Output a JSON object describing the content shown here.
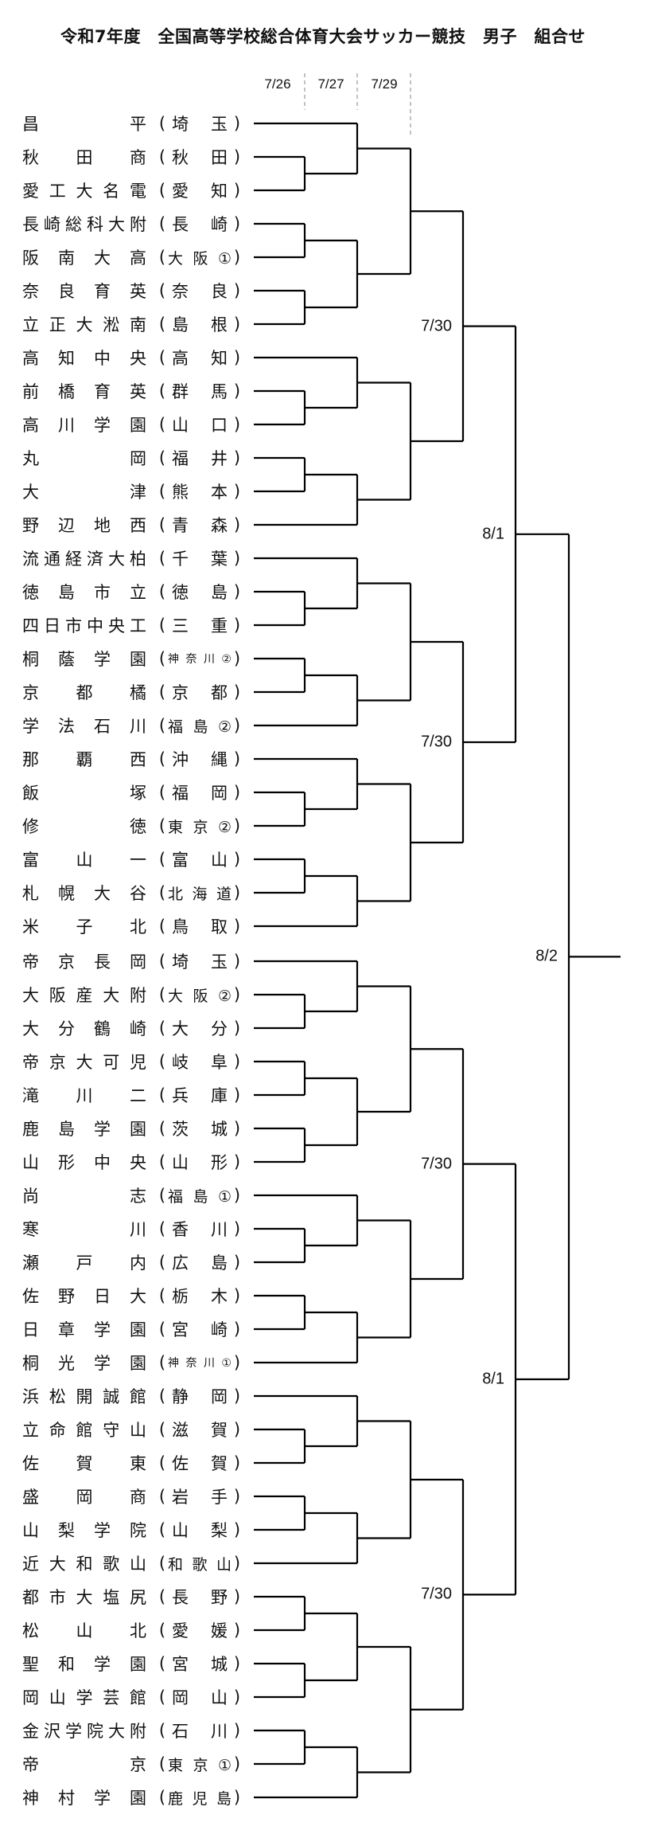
{
  "title": "令和7年度　全国高等学校総合体育大会サッカー競技　男子　組合せ",
  "header_dates": [
    "7/26",
    "7/27",
    "7/29"
  ],
  "round_dates": {
    "4": "7/30",
    "5": "8/1",
    "6": "8/2"
  },
  "teams": [
    {
      "name": "昌平",
      "pref": "埼玉"
    },
    {
      "name": "秋田商",
      "pref": "秋田"
    },
    {
      "name": "愛工大名電",
      "pref": "愛知"
    },
    {
      "name": "長崎総科大附",
      "pref": "長崎"
    },
    {
      "name": "阪南大高",
      "pref": "大阪①"
    },
    {
      "name": "奈良育英",
      "pref": "奈良"
    },
    {
      "name": "立正大淞南",
      "pref": "島根"
    },
    {
      "name": "高知中央",
      "pref": "高知"
    },
    {
      "name": "前橋育英",
      "pref": "群馬"
    },
    {
      "name": "高川学園",
      "pref": "山口"
    },
    {
      "name": "丸岡",
      "pref": "福井"
    },
    {
      "name": "大津",
      "pref": "熊本"
    },
    {
      "name": "野辺地西",
      "pref": "青森"
    },
    {
      "name": "流通経済大柏",
      "pref": "千葉"
    },
    {
      "name": "徳島市立",
      "pref": "徳島"
    },
    {
      "name": "四日市中央工",
      "pref": "三重"
    },
    {
      "name": "桐蔭学園",
      "pref": "神奈川②"
    },
    {
      "name": "京都橘",
      "pref": "京都"
    },
    {
      "name": "学法石川",
      "pref": "福島②"
    },
    {
      "name": "那覇西",
      "pref": "沖縄"
    },
    {
      "name": "飯塚",
      "pref": "福岡"
    },
    {
      "name": "修徳",
      "pref": "東京②"
    },
    {
      "name": "富山一",
      "pref": "富山"
    },
    {
      "name": "札幌大谷",
      "pref": "北海道"
    },
    {
      "name": "米子北",
      "pref": "鳥取"
    },
    {
      "name": "帝京長岡",
      "pref": "埼玉"
    },
    {
      "name": "大阪産大附",
      "pref": "大阪②"
    },
    {
      "name": "大分鶴崎",
      "pref": "大分"
    },
    {
      "name": "帝京大可児",
      "pref": "岐阜"
    },
    {
      "name": "滝川二",
      "pref": "兵庫"
    },
    {
      "name": "鹿島学園",
      "pref": "茨城"
    },
    {
      "name": "山形中央",
      "pref": "山形"
    },
    {
      "name": "尚志",
      "pref": "福島①"
    },
    {
      "name": "寒川",
      "pref": "香川"
    },
    {
      "name": "瀬戸内",
      "pref": "広島"
    },
    {
      "name": "佐野日大",
      "pref": "栃木"
    },
    {
      "name": "日章学園",
      "pref": "宮崎"
    },
    {
      "name": "桐光学園",
      "pref": "神奈川①"
    },
    {
      "name": "浜松開誠館",
      "pref": "静岡"
    },
    {
      "name": "立命館守山",
      "pref": "滋賀"
    },
    {
      "name": "佐賀東",
      "pref": "佐賀"
    },
    {
      "name": "盛岡商",
      "pref": "岩手"
    },
    {
      "name": "山梨学院",
      "pref": "山梨"
    },
    {
      "name": "近大和歌山",
      "pref": "和歌山"
    },
    {
      "name": "都市大塩尻",
      "pref": "長野"
    },
    {
      "name": "松山北",
      "pref": "愛媛"
    },
    {
      "name": "聖和学園",
      "pref": "宮城"
    },
    {
      "name": "岡山学芸館",
      "pref": "岡山"
    },
    {
      "name": "金沢学院大附",
      "pref": "石川"
    },
    {
      "name": "帝京",
      "pref": "東京①"
    },
    {
      "name": "神村学園",
      "pref": "鹿児島"
    }
  ],
  "bracket": [
    [
      [
        [
          [
            0,
            [
              1,
              2
            ]
          ],
          [
            [
              3,
              4
            ],
            [
              5,
              6
            ]
          ]
        ],
        [
          [
            7,
            [
              8,
              9
            ]
          ],
          [
            [
              10,
              11
            ],
            12
          ]
        ]
      ],
      [
        [
          [
            13,
            [
              14,
              15
            ]
          ],
          [
            [
              16,
              17
            ],
            18
          ]
        ],
        [
          [
            19,
            [
              20,
              21
            ]
          ],
          [
            [
              22,
              23
            ],
            24
          ]
        ]
      ]
    ],
    [
      [
        [
          [
            25,
            [
              26,
              27
            ]
          ],
          [
            [
              28,
              29
            ],
            [
              30,
              31
            ]
          ]
        ],
        [
          [
            32,
            [
              33,
              34
            ]
          ],
          [
            [
              35,
              36
            ],
            37
          ]
        ]
      ],
      [
        [
          [
            38,
            [
              39,
              40
            ]
          ],
          [
            [
              41,
              42
            ],
            43
          ]
        ],
        [
          [
            [
              44,
              45
            ],
            [
              46,
              47
            ]
          ],
          [
            [
              48,
              49
            ],
            50
          ]
        ]
      ]
    ]
  ]
}
